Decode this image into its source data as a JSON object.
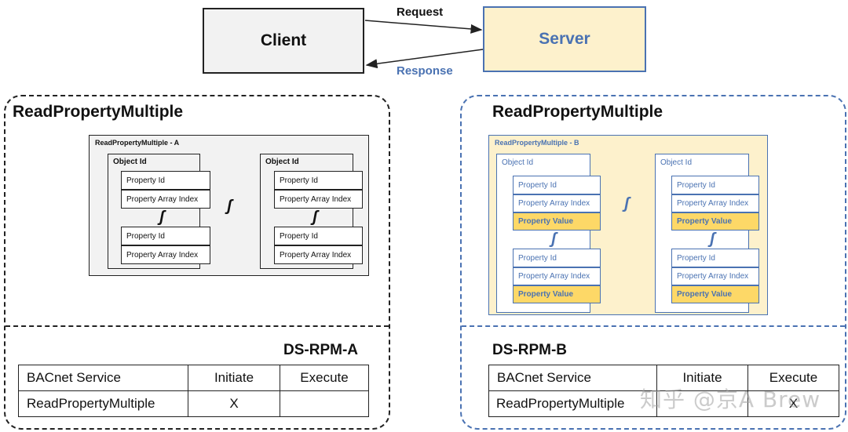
{
  "top": {
    "client_label": "Client",
    "server_label": "Server",
    "request_label": "Request",
    "response_label": "Response"
  },
  "panel_a": {
    "title": "ReadPropertyMultiple",
    "frame_label": "ReadPropertyMultiple - A",
    "object_label": "Object Id",
    "property_id": "Property Id",
    "property_array_index": "Property Array Index",
    "ds_title": "DS-RPM-A",
    "table": {
      "headers": [
        "BACnet Service",
        "Initiate",
        "Execute"
      ],
      "row": [
        "ReadPropertyMultiple",
        "X",
        ""
      ]
    }
  },
  "panel_b": {
    "title": "ReadPropertyMultiple",
    "frame_label": "ReadPropertyMultiple - B",
    "object_label": "Object Id",
    "property_id": "Property Id",
    "property_array_index": "Property Array Index",
    "property_value": "Property Value",
    "ds_title": "DS-RPM-B",
    "table": {
      "headers": [
        "BACnet Service",
        "Initiate",
        "Execute"
      ],
      "row": [
        "ReadPropertyMultiple",
        "",
        "X"
      ]
    }
  },
  "repeat_symbol": "ʃ",
  "watermark": "知乎 @京A Brew",
  "colors": {
    "accent_blue": "#4a72b2",
    "server_fill": "#fdf1cc",
    "property_value_fill": "#fdd867",
    "client_fill": "#f2f2f2"
  }
}
